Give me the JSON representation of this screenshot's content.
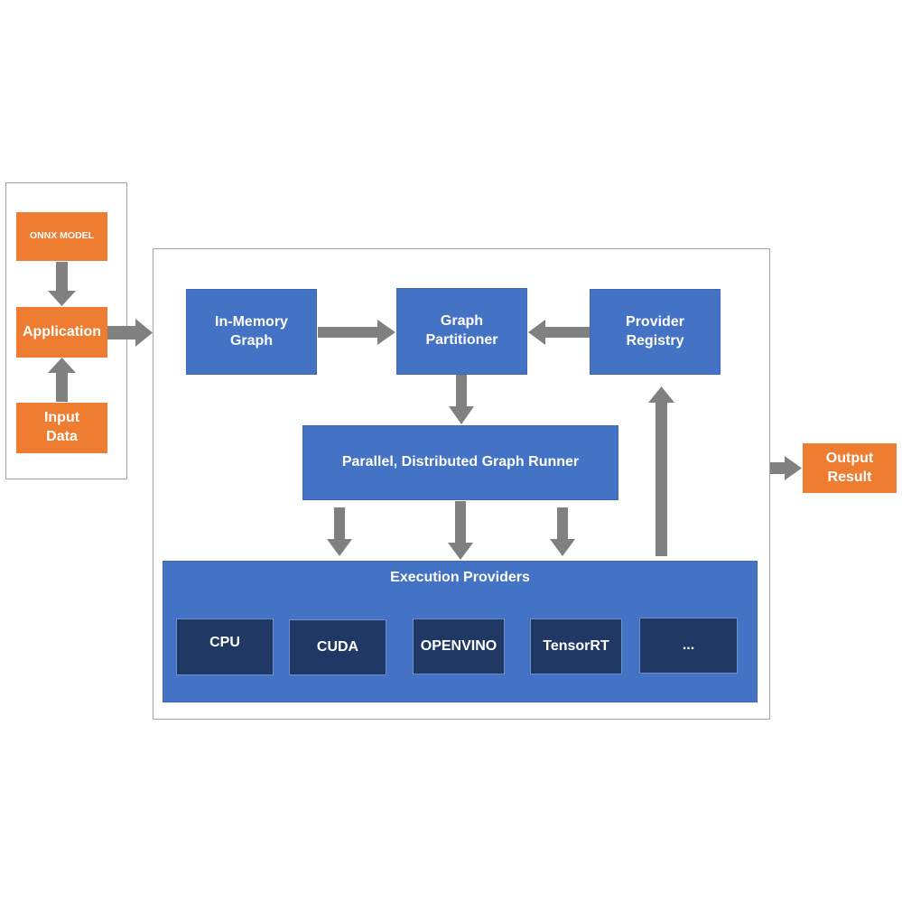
{
  "colors": {
    "orange": "#ef7d31",
    "blue": "#4472c4",
    "navy": "#203864",
    "arrow": "#808080",
    "frame_border": "#9aa3ad"
  },
  "left_panel": {
    "onnx_model": "ONNX MODEL",
    "application": "Application",
    "input_data_line1": "Input",
    "input_data_line2": "Data"
  },
  "runtime": {
    "in_memory_graph_line1": "In-Memory",
    "in_memory_graph_line2": "Graph",
    "graph_partitioner_line1": "Graph",
    "graph_partitioner_line2": "Partitioner",
    "provider_registry_line1": "Provider",
    "provider_registry_line2": "Registry",
    "graph_runner": "Parallel, Distributed Graph Runner",
    "execution_providers": {
      "title": "Execution Providers",
      "items": [
        "CPU",
        "CUDA",
        "OPENVINO",
        "TensorRT",
        "..."
      ]
    }
  },
  "output": {
    "line1": "Output",
    "line2": "Result"
  }
}
